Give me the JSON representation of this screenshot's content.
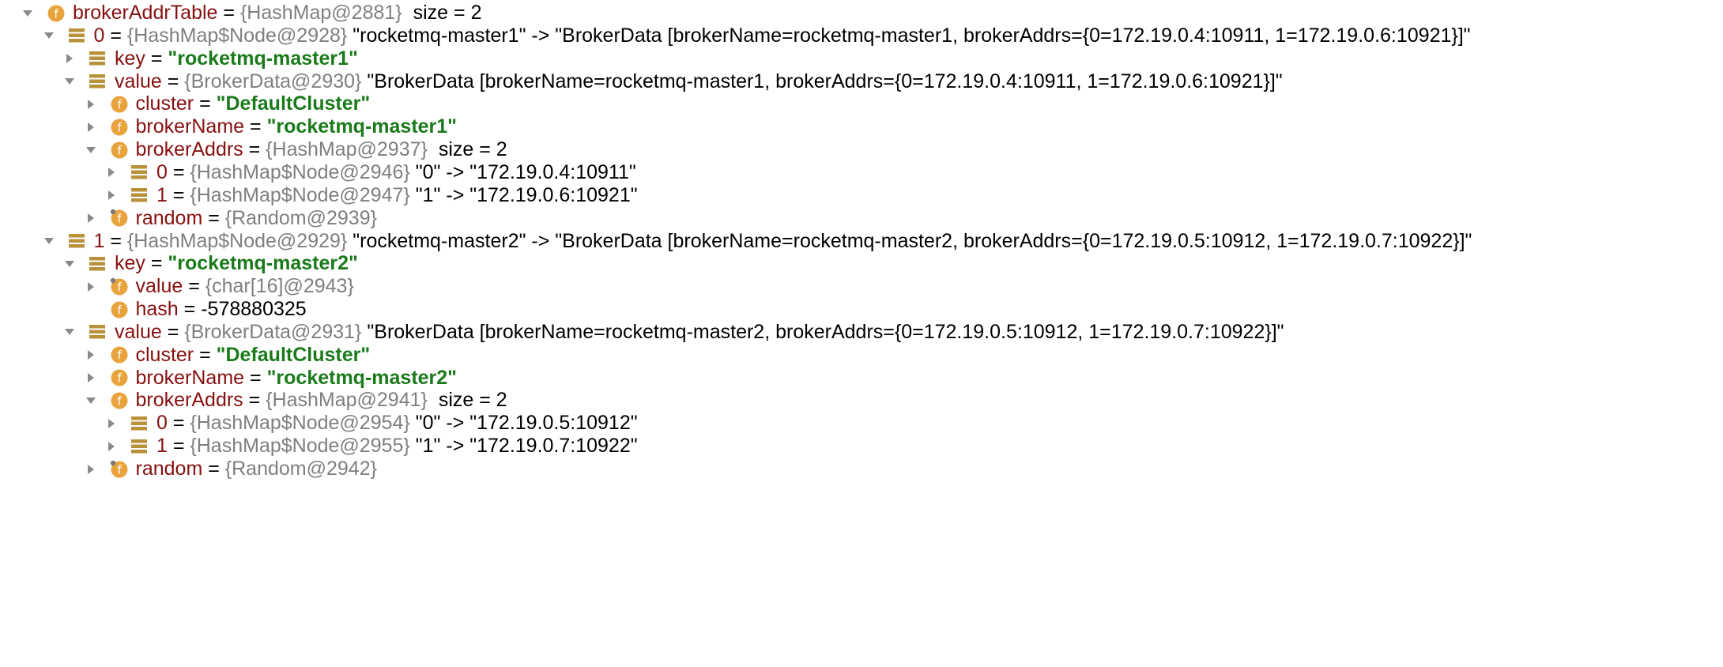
{
  "window": {
    "title": "",
    "background": "#ffffff"
  },
  "colors": {
    "name": "#871010",
    "type_ref": "#7f7f7f",
    "string_value": "#1a7a1a",
    "field_icon_fill": "#e8a33c",
    "entry_icon_fill": "#b8913a",
    "arrow": "#8a8a8a"
  },
  "icons": {
    "field": "field-icon",
    "entry": "map-entry-icon",
    "field_static": "static-field-icon"
  },
  "tree": [
    {
      "depth": 0,
      "expander": "expanded",
      "icon": "field",
      "name": "brokerAddrTable",
      "eq": " = ",
      "type": "{HashMap@2881}",
      "value": "size = 2",
      "value_style": "plain"
    },
    {
      "depth": 1,
      "expander": "expanded",
      "icon": "entry",
      "name": "0",
      "eq": " = ",
      "type": "{HashMap$Node@2928}",
      "value": "\"rocketmq-master1\" -> \"BrokerData [brokerName=rocketmq-master1, brokerAddrs={0=172.19.0.4:10911, 1=172.19.0.6:10921}]\"",
      "value_style": "plain"
    },
    {
      "depth": 2,
      "expander": "collapsed",
      "icon": "entry",
      "name": "key",
      "eq": " = ",
      "type": "",
      "value": "\"rocketmq-master1\"",
      "value_style": "str"
    },
    {
      "depth": 2,
      "expander": "expanded",
      "icon": "entry",
      "name": "value",
      "eq": " = ",
      "type": "{BrokerData@2930}",
      "value": "\"BrokerData [brokerName=rocketmq-master1, brokerAddrs={0=172.19.0.4:10911, 1=172.19.0.6:10921}]\"",
      "value_style": "plain"
    },
    {
      "depth": 3,
      "expander": "collapsed",
      "icon": "field",
      "name": "cluster",
      "eq": " = ",
      "type": "",
      "value": "\"DefaultCluster\"",
      "value_style": "str"
    },
    {
      "depth": 3,
      "expander": "collapsed",
      "icon": "field",
      "name": "brokerName",
      "eq": " = ",
      "type": "",
      "value": "\"rocketmq-master1\"",
      "value_style": "str"
    },
    {
      "depth": 3,
      "expander": "expanded",
      "icon": "field",
      "name": "brokerAddrs",
      "eq": " = ",
      "type": "{HashMap@2937}",
      "value": "size = 2",
      "value_style": "plain"
    },
    {
      "depth": 4,
      "expander": "collapsed",
      "icon": "entry",
      "name": "0",
      "eq": " = ",
      "type": "{HashMap$Node@2946}",
      "value": "\"0\" -> \"172.19.0.4:10911\"",
      "value_style": "plain"
    },
    {
      "depth": 4,
      "expander": "collapsed",
      "icon": "entry",
      "name": "1",
      "eq": " = ",
      "type": "{HashMap$Node@2947}",
      "value": "\"1\" -> \"172.19.0.6:10921\"",
      "value_style": "plain"
    },
    {
      "depth": 3,
      "expander": "collapsed",
      "icon": "field_static",
      "name": "random",
      "eq": " = ",
      "type": "{Random@2939}",
      "value": "",
      "value_style": "plain"
    },
    {
      "depth": 1,
      "expander": "expanded",
      "icon": "entry",
      "name": "1",
      "eq": " = ",
      "type": "{HashMap$Node@2929}",
      "value": "\"rocketmq-master2\" -> \"BrokerData [brokerName=rocketmq-master2, brokerAddrs={0=172.19.0.5:10912, 1=172.19.0.7:10922}]\"",
      "value_style": "plain"
    },
    {
      "depth": 2,
      "expander": "expanded",
      "icon": "entry",
      "name": "key",
      "eq": " = ",
      "type": "",
      "value": "\"rocketmq-master2\"",
      "value_style": "str"
    },
    {
      "depth": 3,
      "expander": "collapsed",
      "icon": "field_static",
      "name": "value",
      "eq": " = ",
      "type": "{char[16]@2943}",
      "value": "",
      "value_style": "plain"
    },
    {
      "depth": 3,
      "expander": "none",
      "icon": "field",
      "name": "hash",
      "eq": " = ",
      "type": "",
      "value": "-578880325",
      "value_style": "plain"
    },
    {
      "depth": 2,
      "expander": "expanded",
      "icon": "entry",
      "name": "value",
      "eq": " = ",
      "type": "{BrokerData@2931}",
      "value": "\"BrokerData [brokerName=rocketmq-master2, brokerAddrs={0=172.19.0.5:10912, 1=172.19.0.7:10922}]\"",
      "value_style": "plain"
    },
    {
      "depth": 3,
      "expander": "collapsed",
      "icon": "field",
      "name": "cluster",
      "eq": " = ",
      "type": "",
      "value": "\"DefaultCluster\"",
      "value_style": "str"
    },
    {
      "depth": 3,
      "expander": "collapsed",
      "icon": "field",
      "name": "brokerName",
      "eq": " = ",
      "type": "",
      "value": "\"rocketmq-master2\"",
      "value_style": "str"
    },
    {
      "depth": 3,
      "expander": "expanded",
      "icon": "field",
      "name": "brokerAddrs",
      "eq": " = ",
      "type": "{HashMap@2941}",
      "value": "size = 2",
      "value_style": "plain"
    },
    {
      "depth": 4,
      "expander": "collapsed",
      "icon": "entry",
      "name": "0",
      "eq": " = ",
      "type": "{HashMap$Node@2954}",
      "value": "\"0\" -> \"172.19.0.5:10912\"",
      "value_style": "plain"
    },
    {
      "depth": 4,
      "expander": "collapsed",
      "icon": "entry",
      "name": "1",
      "eq": " = ",
      "type": "{HashMap$Node@2955}",
      "value": "\"1\" -> \"172.19.0.7:10922\"",
      "value_style": "plain"
    },
    {
      "depth": 3,
      "expander": "collapsed",
      "icon": "field_static",
      "name": "random",
      "eq": " = ",
      "type": "{Random@2942}",
      "value": "",
      "value_style": "plain"
    }
  ]
}
